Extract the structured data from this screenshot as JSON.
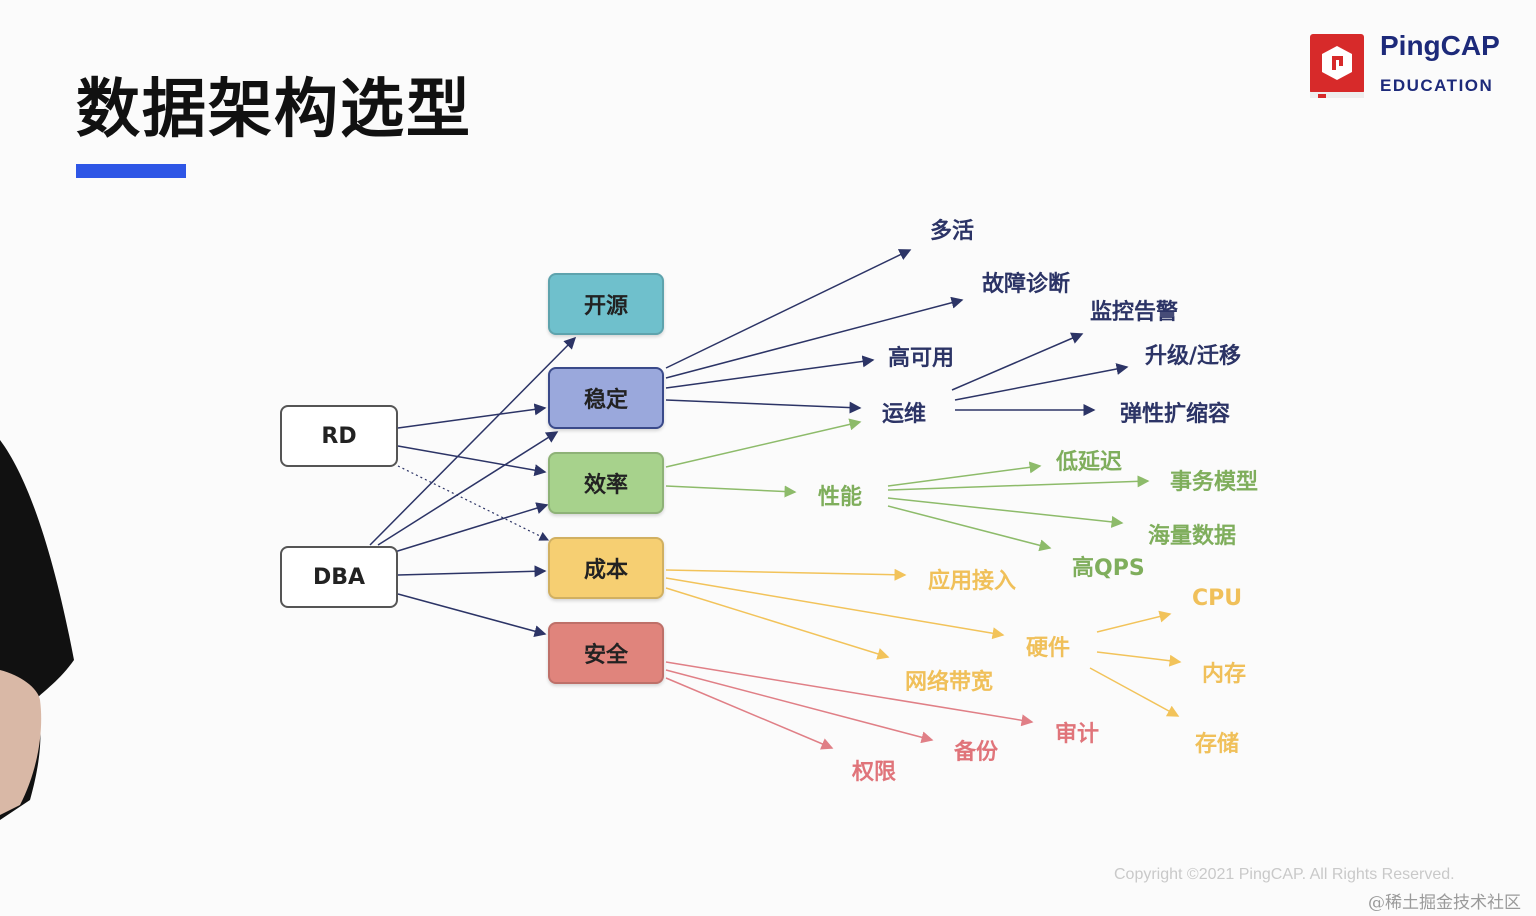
{
  "title": "数据架构选型",
  "logo": {
    "name": "PingCAP",
    "sub": "EDUCATION"
  },
  "colors": {
    "accent_bar": "#2e56e6",
    "open": "#6fc0cc",
    "stable": "#9aa8dc",
    "efficiency": "#a7d28c",
    "cost": "#f6cf72",
    "security": "#e0847c",
    "stable_text": "#2c3466",
    "efficiency_text": "#7fae5c",
    "cost_text": "#f0c05a",
    "security_text": "#e0747a"
  },
  "roles": {
    "rd": "RD",
    "dba": "DBA"
  },
  "categories": {
    "open": "开源",
    "stable": "稳定",
    "efficiency": "效率",
    "cost": "成本",
    "security": "安全"
  },
  "stable_items": {
    "multi_active": "多活",
    "fault_diag": "故障诊断",
    "ha": "高可用",
    "ops": "运维",
    "monitor_alert": "监控告警",
    "upgrade_migrate": "升级/迁移",
    "elastic_scale": "弹性扩缩容"
  },
  "efficiency_items": {
    "performance": "性能",
    "low_latency": "低延迟",
    "txn_model": "事务模型",
    "massive_data": "海量数据",
    "high_qps": "高QPS"
  },
  "cost_items": {
    "app_access": "应用接入",
    "hardware": "硬件",
    "bandwidth": "网络带宽",
    "cpu": "CPU",
    "memory": "内存",
    "storage": "存储"
  },
  "security_items": {
    "audit": "审计",
    "backup": "备份",
    "permission": "权限"
  },
  "footer": {
    "copyright": "Copyright ©2021 PingCAP. All Rights Reserved.",
    "watermark": "@稀土掘金技术社区"
  }
}
